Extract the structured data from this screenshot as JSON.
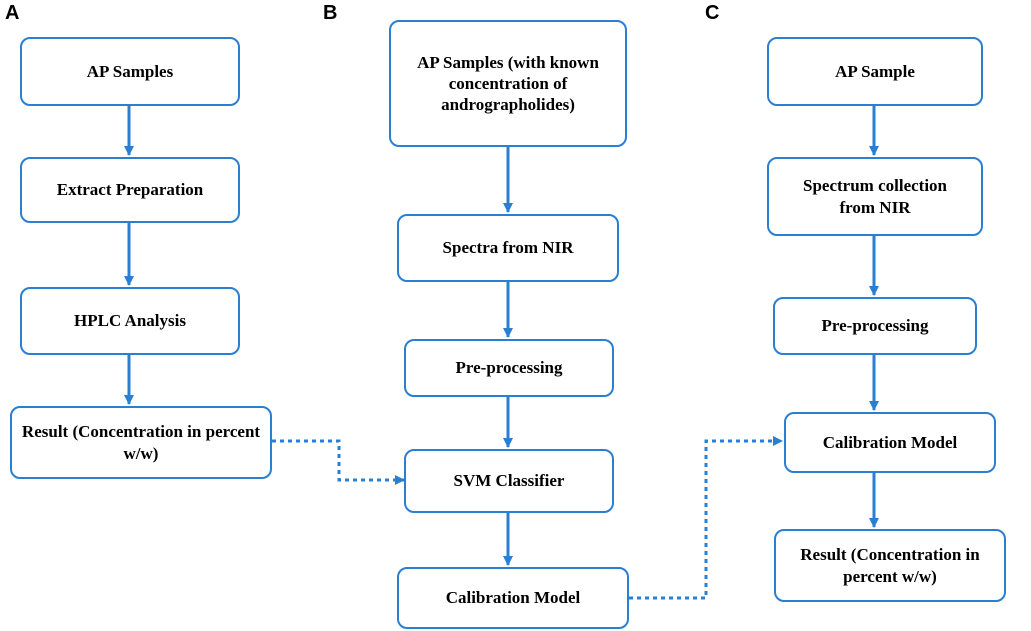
{
  "panels": [
    {
      "letter": "A",
      "boxes": [
        "AP Samples",
        "Extract Preparation",
        "HPLC Analysis",
        "Result (Concentration in percent w/w)"
      ]
    },
    {
      "letter": "B",
      "boxes": [
        "AP Samples (with known concentration of andrographolides)",
        "Spectra from NIR",
        "Pre-processing",
        "SVM Classifier",
        "Calibration Model"
      ]
    },
    {
      "letter": "C",
      "boxes": [
        "AP Sample",
        "Spectrum collection from NIR",
        "Pre-processing",
        "Calibration Model",
        "Result (Concentration in percent w/w)"
      ]
    }
  ],
  "colors": {
    "box_border": "#2a7fd0",
    "arrow": "#2a7fd0",
    "text": "#000000"
  }
}
